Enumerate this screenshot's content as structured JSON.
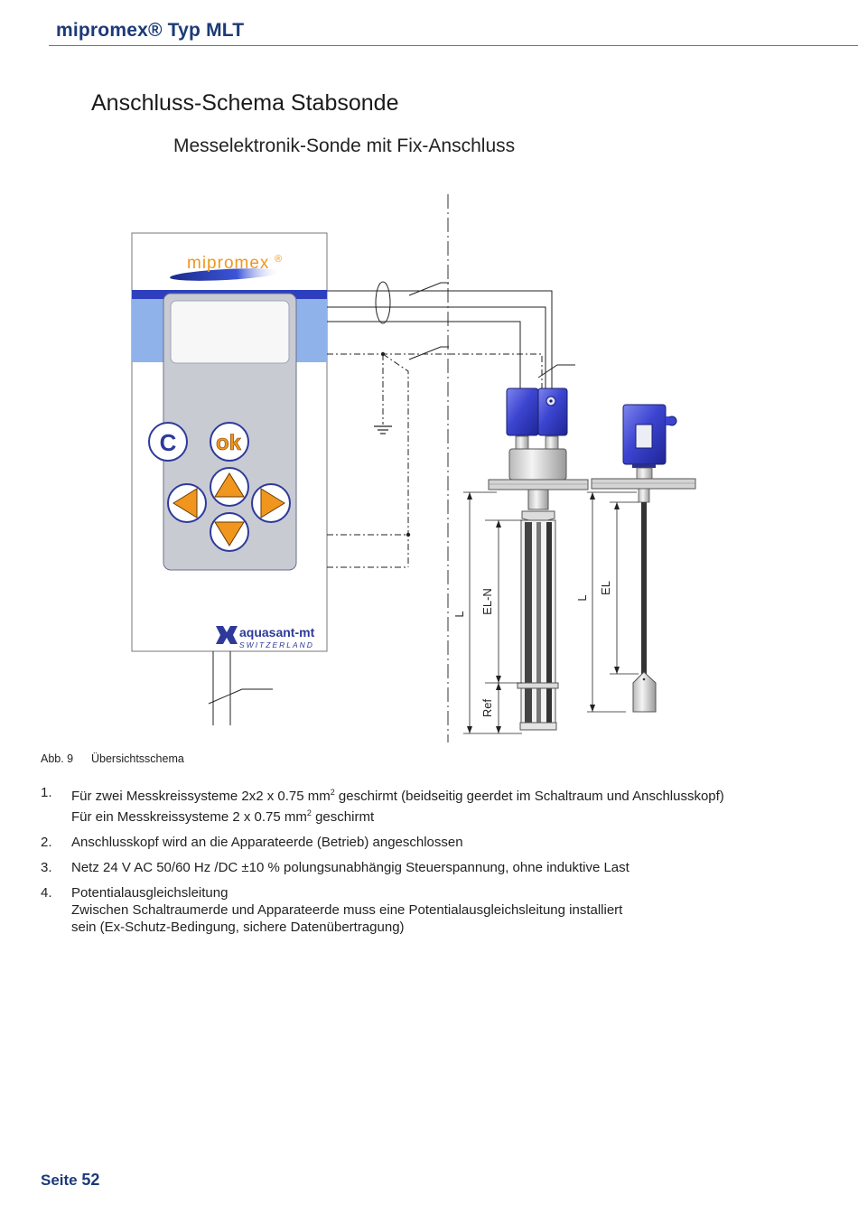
{
  "header": {
    "title": "mipromex® Typ MLT"
  },
  "section": {
    "title": "Anschluss-Schema  Stabsonde",
    "subtitle": "Messelektronik-Sonde mit Fix-Anschluss"
  },
  "device": {
    "brand": "mipromex",
    "brand_mark": "®",
    "maker": "aquasant-mt",
    "maker_sub": "SWITZERLAND",
    "button_c": "C",
    "button_ok": "ok"
  },
  "dimensions": {
    "rod_probe": {
      "L": "L",
      "EL_N": "EL-N",
      "Ref": "Ref"
    },
    "rope_probe": {
      "L": "L",
      "EL": "EL"
    }
  },
  "caption": {
    "number": "Abb. 9",
    "text": "Übersichtsschema"
  },
  "notes": [
    {
      "num": "1.",
      "line1_pre": "Für zwei Messkreissysteme 2x2 x 0.75 mm",
      "line1_post": " geschirmt (beidseitig geerdet im Schaltraum und Anschlusskopf)",
      "line2_pre": "Für ein Messkreissysteme 2 x 0.75 mm",
      "line2_post": " geschirmt",
      "sup": "2"
    },
    {
      "num": "2.",
      "text": "Anschlusskopf wird an die Apparateerde (Betrieb) angeschlossen"
    },
    {
      "num": "3.",
      "text": "Netz 24 V AC 50/60 Hz /DC ±10 % polungsunabhängig Steuerspannung, ohne induktive Last"
    },
    {
      "num": "4.",
      "lines": [
        "Potentialausgleichsleitung",
        "Zwischen Schaltraumerde und Apparateerde muss eine Potentialausgleichsleitung installiert",
        "sein (Ex-Schutz-Bedingung, sichere Datenübertragung)"
      ]
    }
  ],
  "footer": {
    "label": "Seite",
    "page": "52"
  },
  "colors": {
    "brand_blue": "#1b3a78",
    "panel_blue": "#2d3fbf",
    "panel_light_blue": "#8fb2ea",
    "keypad_grey": "#c9cbd3",
    "arrow_orange": "#f0961e",
    "head_blue": "#3c45d0"
  }
}
